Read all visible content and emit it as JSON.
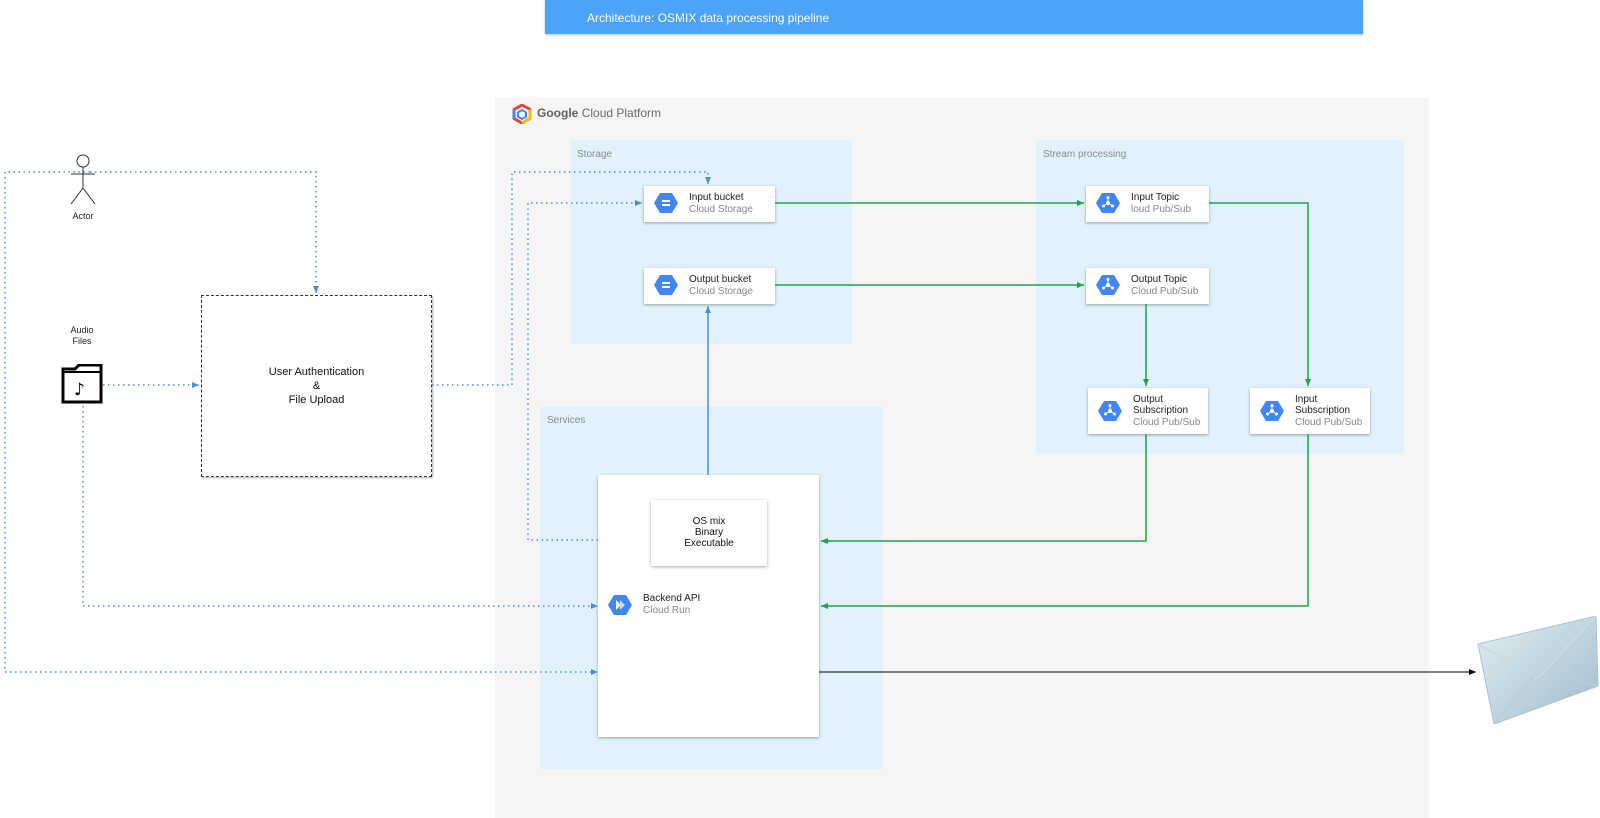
{
  "title": "Architecture:  OSMIX data processing pipeline",
  "platform": {
    "brand": "Google",
    "name": "Cloud Platform"
  },
  "zones": {
    "storage": "Storage",
    "stream": "Stream processing",
    "services": "Services"
  },
  "actor": {
    "label": "Actor"
  },
  "audio": {
    "label_line1": "Audio",
    "label_line2": "Files"
  },
  "upload_box": {
    "line1": "User Authentication",
    "line2": "&",
    "line3": "File Upload"
  },
  "nodes": {
    "input_bucket": {
      "name": "Input bucket",
      "service": "Cloud Storage",
      "icon": "cloud-storage-icon"
    },
    "output_bucket": {
      "name": "Output bucket",
      "service": "Cloud Storage",
      "icon": "cloud-storage-icon"
    },
    "input_topic": {
      "name": "Input Topic",
      "service": "loud Pub/Sub",
      "icon": "pubsub-icon"
    },
    "output_topic": {
      "name": "Output Topic",
      "service": "Cloud Pub/Sub",
      "icon": "pubsub-icon"
    },
    "output_subscription": {
      "name_line1": "Output",
      "name_line2": "Subscription",
      "service": "Cloud Pub/Sub",
      "icon": "pubsub-icon"
    },
    "input_subscription": {
      "name_line1": "Input",
      "name_line2": "Subscription",
      "service": "Cloud Pub/Sub",
      "icon": "pubsub-icon"
    }
  },
  "binary": {
    "line1": "OS mix",
    "line2": "Binary",
    "line3": "Executable"
  },
  "backend": {
    "name": "Backend API",
    "service": "Cloud Run",
    "icon": "cloud-run-icon"
  },
  "colors": {
    "title_bar": "#4da3f7",
    "blue_flow": "#4a90d9",
    "green_flow": "#1fa346",
    "zone": "#e2f2fc",
    "gcp_bg": "#f5f5f5"
  }
}
